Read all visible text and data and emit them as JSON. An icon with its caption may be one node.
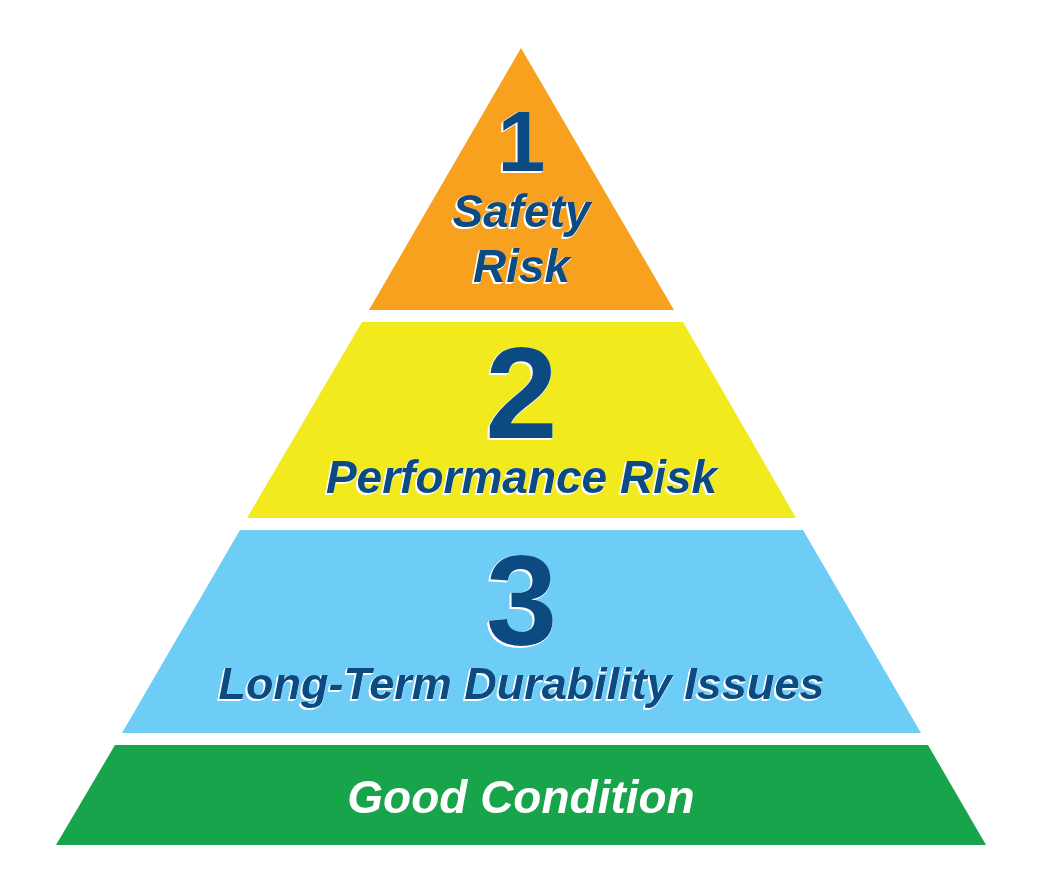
{
  "diagram": {
    "nodes": [
      {
        "text": [
          "1",
          "Safety Risk"
        ]
      },
      {
        "text": [
          "2",
          "Performance Risk"
        ]
      },
      {
        "text": [
          "3",
          "Long-Term Durability Issues"
        ]
      },
      {
        "text": [
          "Good Condition"
        ]
      }
    ]
  }
}
